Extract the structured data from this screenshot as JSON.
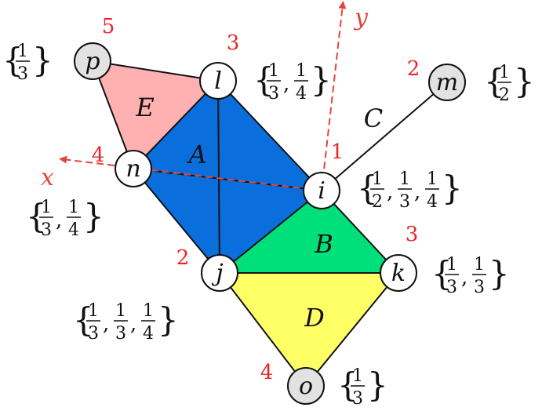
{
  "colors": {
    "A": "#0a6fdc",
    "B": "#00e07a",
    "D": "#ffff66",
    "E": "#ffb0b0",
    "gray_node": "#e2e2e2",
    "axis": "#e0453d",
    "number": "#e8262a"
  },
  "axes": {
    "x": "x",
    "y": "y"
  },
  "regions": [
    {
      "id": "A",
      "label": "A",
      "color": "#0a6fdc"
    },
    {
      "id": "B",
      "label": "B",
      "color": "#00e07a"
    },
    {
      "id": "C",
      "label": "C",
      "color": "none"
    },
    {
      "id": "D",
      "label": "D",
      "color": "#ffff66"
    },
    {
      "id": "E",
      "label": "E",
      "color": "#ffb0b0"
    }
  ],
  "nodes": [
    {
      "id": "p",
      "label": "p",
      "number": "5",
      "fractions": [
        "1/3"
      ],
      "shaded": true
    },
    {
      "id": "l",
      "label": "l",
      "number": "3",
      "fractions": [
        "1/3",
        "1/4"
      ],
      "shaded": false
    },
    {
      "id": "m",
      "label": "m",
      "number": "2",
      "fractions": [
        "1/2"
      ],
      "shaded": true
    },
    {
      "id": "n",
      "label": "n",
      "number": "4",
      "fractions": [
        "1/3",
        "1/4"
      ],
      "shaded": false
    },
    {
      "id": "i",
      "label": "i",
      "number": "1",
      "fractions": [
        "1/2",
        "1/3",
        "1/4"
      ],
      "shaded": false
    },
    {
      "id": "j",
      "label": "j",
      "number": "2",
      "fractions": [
        "1/3",
        "1/3",
        "1/4"
      ],
      "shaded": false
    },
    {
      "id": "k",
      "label": "k",
      "number": "3",
      "fractions": [
        "1/3",
        "1/3"
      ],
      "shaded": false
    },
    {
      "id": "o",
      "label": "o",
      "number": "4",
      "fractions": [
        "1/3"
      ],
      "shaded": true
    }
  ]
}
